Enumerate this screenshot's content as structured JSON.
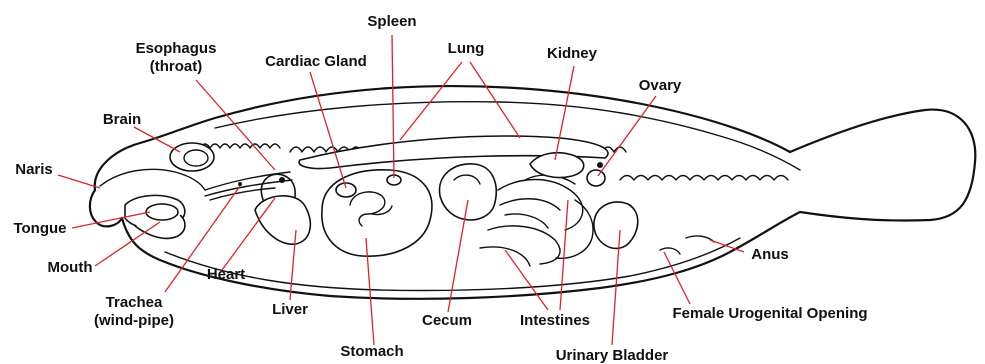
{
  "labels": {
    "spleen": "Spleen",
    "esophagus_line1": "Esophagus",
    "esophagus_line2": "(throat)",
    "cardiac_gland": "Cardiac Gland",
    "lung": "Lung",
    "kidney": "Kidney",
    "ovary": "Ovary",
    "brain": "Brain",
    "naris": "Naris",
    "tongue": "Tongue",
    "mouth": "Mouth",
    "heart": "Heart",
    "trachea_line1": "Trachea",
    "trachea_line2": "(wind-pipe)",
    "liver": "Liver",
    "cecum": "Cecum",
    "intestines": "Intestines",
    "anus": "Anus",
    "female_urogenital_opening": "Female Urogenital Opening",
    "stomach": "Stomach",
    "urinary_bladder": "Urinary Bladder"
  },
  "colors": {
    "leader_line": "#d8252a",
    "outline": "#111111",
    "background": "#ffffff"
  }
}
